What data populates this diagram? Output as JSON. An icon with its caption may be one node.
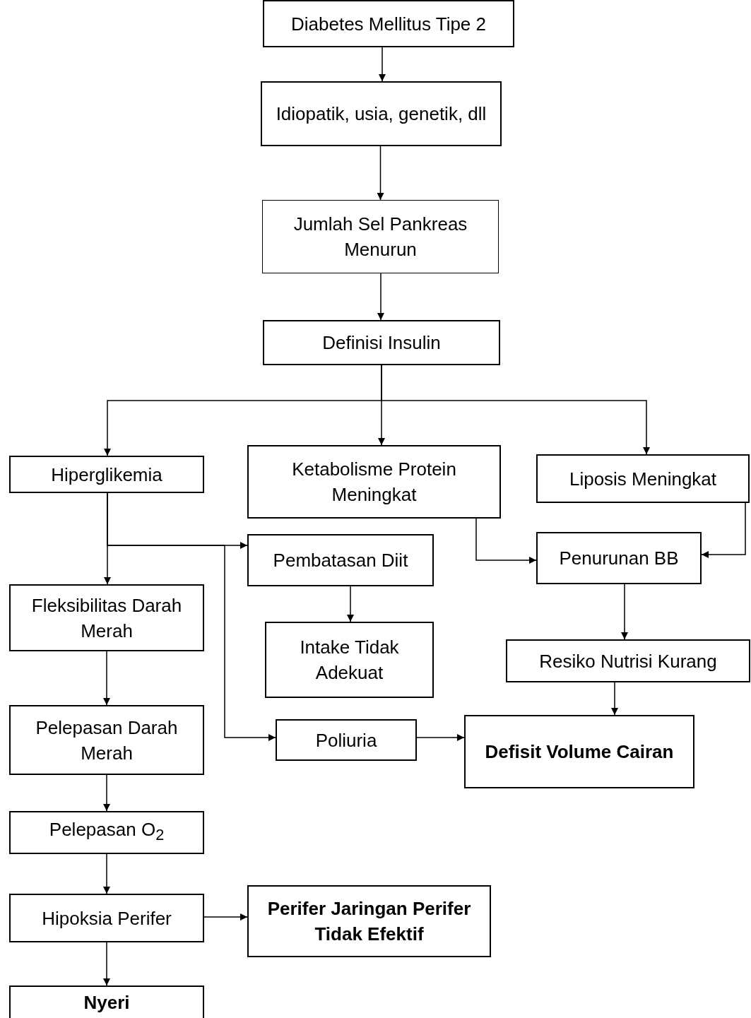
{
  "diagram": {
    "nodes": [
      {
        "text": [
          "Diabetes Mellitus Tipe 2"
        ]
      },
      {
        "text": [
          "Idiopatik, usia, genetik, dll"
        ]
      },
      {
        "text": [
          "Jumlah Sel Pankreas Menurun"
        ]
      },
      {
        "text": [
          "Definisi Insulin"
        ]
      },
      {
        "text": [
          "Hiperglikemia"
        ]
      },
      {
        "text": [
          "Ketabolisme Protein Meningkat"
        ]
      },
      {
        "text": [
          "Liposis Meningkat"
        ]
      },
      {
        "text": [
          "Pembatasan Diit"
        ]
      },
      {
        "text": [
          "Penurunan BB"
        ]
      },
      {
        "text": [
          "Fleksibilitas Darah Merah"
        ]
      },
      {
        "text": [
          "Intake Tidak Adekuat"
        ]
      },
      {
        "text": [
          "Resiko Nutrisi Kurang"
        ]
      },
      {
        "text": [
          "Pelepasan Darah Merah"
        ]
      },
      {
        "text": [
          "Poliuria"
        ]
      },
      {
        "text": [
          "Defisit Volume Cairan"
        ]
      },
      {
        "text": [
          "Pelepasan O$_{2}$"
        ]
      },
      {
        "text": [
          "Hipoksia Perifer"
        ]
      },
      {
        "text": [
          "Perifer Jaringan Perifer Tidak Efektif"
        ]
      },
      {
        "text": [
          "Nyeri"
        ]
      }
    ],
    "edges": [
      {
        "from": 0,
        "to": 1,
        "arrow": "to"
      },
      {
        "from": 1,
        "to": 2,
        "arrow": "to"
      },
      {
        "from": 2,
        "to": 3,
        "arrow": "to"
      },
      {
        "from": 3,
        "to": 4,
        "arrow": "to"
      },
      {
        "from": 3,
        "to": 5,
        "arrow": "to"
      },
      {
        "from": 3,
        "to": 6,
        "arrow": "to"
      },
      {
        "from": 4,
        "to": 9,
        "arrow": "to"
      },
      {
        "from": 4,
        "to": 7,
        "arrow": "to"
      },
      {
        "from": 4,
        "to": 13,
        "arrow": "to"
      },
      {
        "from": 5,
        "to": 8,
        "arrow": "to"
      },
      {
        "from": 6,
        "to": 8,
        "arrow": "to"
      },
      {
        "from": 7,
        "to": 10,
        "arrow": "to"
      },
      {
        "from": 8,
        "to": 11,
        "arrow": "to"
      },
      {
        "from": 9,
        "to": 12,
        "arrow": "to"
      },
      {
        "from": 11,
        "to": 14,
        "arrow": "to"
      },
      {
        "from": 13,
        "to": 14,
        "arrow": "to"
      },
      {
        "from": 12,
        "to": 15,
        "arrow": "to"
      },
      {
        "from": 15,
        "to": 16,
        "arrow": "to"
      },
      {
        "from": 16,
        "to": 17,
        "arrow": "to"
      },
      {
        "from": 16,
        "to": 18,
        "arrow": "to"
      }
    ]
  }
}
